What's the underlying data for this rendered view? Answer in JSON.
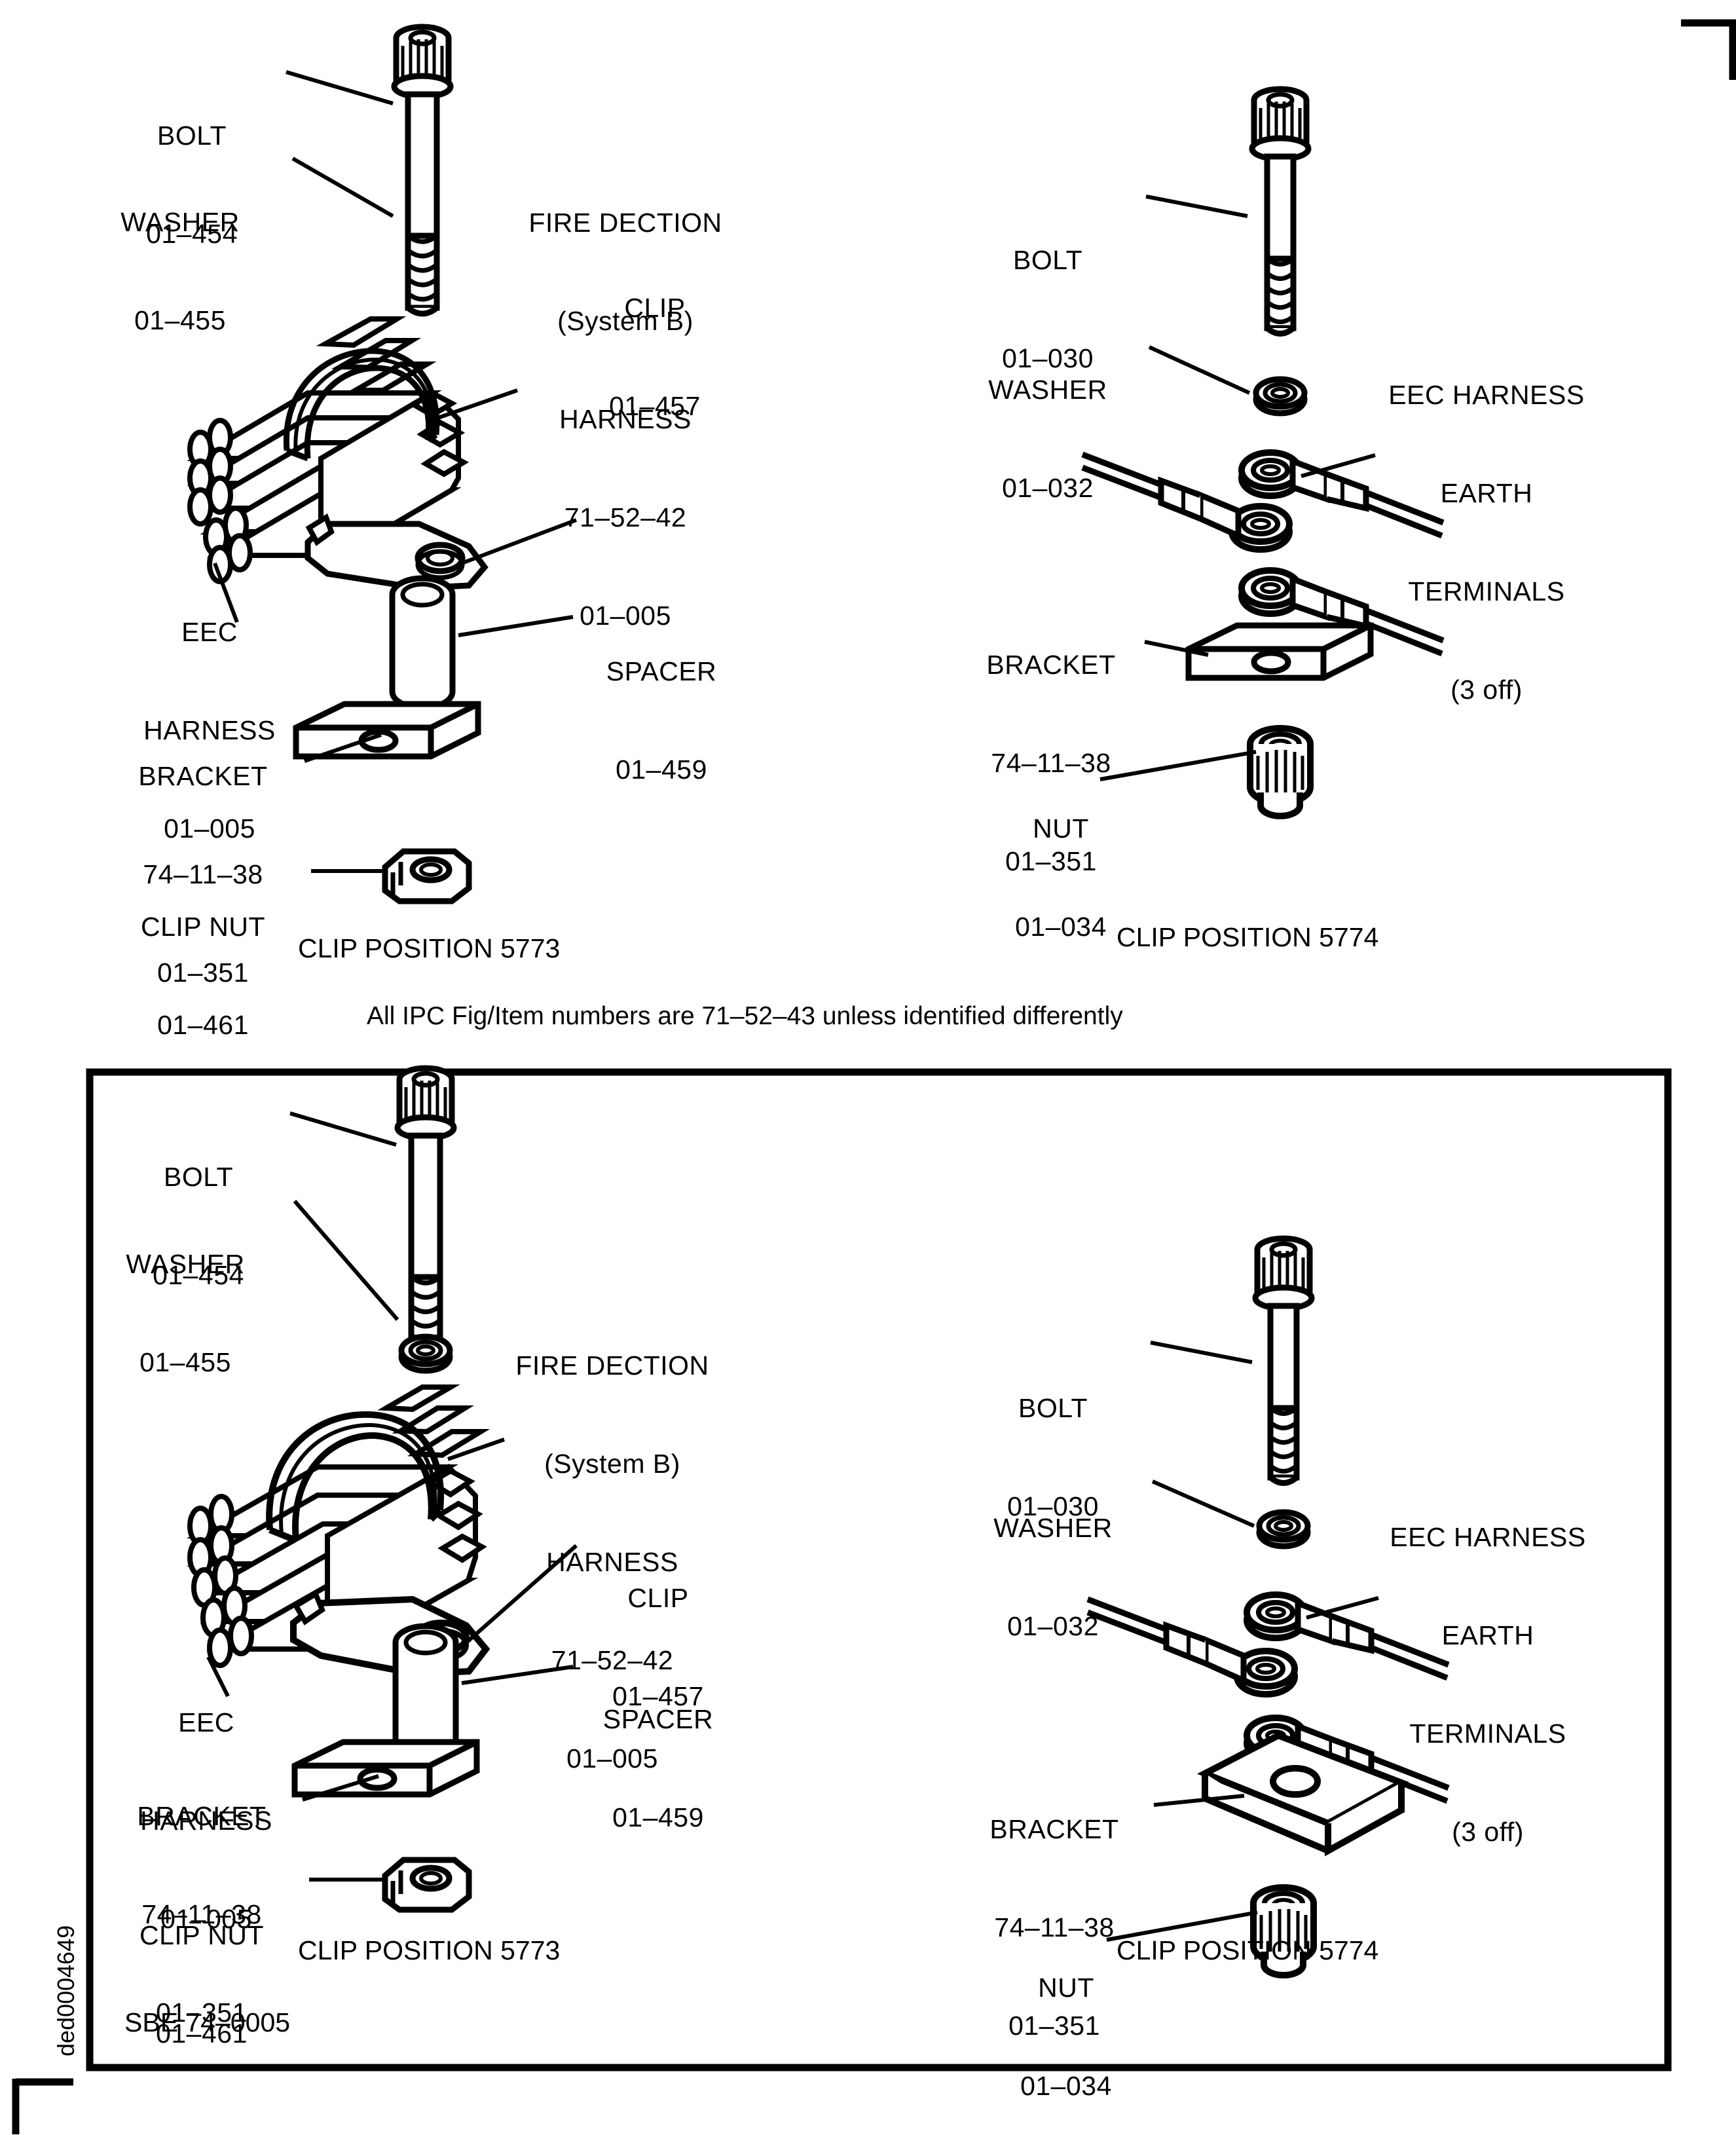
{
  "sheet": {
    "drawing_number": "ded0004649",
    "sbe_reference": "SBE 74-0005",
    "note": "All IPC Fig/Item numbers are 71‒52‒43 unless identified differently"
  },
  "panels": [
    {
      "id": "upper",
      "boxed": false,
      "captions": {
        "left": "CLIP POSITION 5773",
        "right": "CLIP POSITION 5774"
      },
      "left_assembly": {
        "title": "CLIP POSITION 5773",
        "parts": [
          {
            "name": "BOLT",
            "item": "01‒454",
            "lines": [
              "BOLT",
              "01‒454"
            ]
          },
          {
            "name": "WASHER",
            "item": "01‒455",
            "lines": [
              "WASHER",
              "01‒455"
            ]
          },
          {
            "name": "FIRE DECTION HARNESS",
            "item": "01‒005",
            "fig": "71‒52‒42",
            "lines": [
              "FIRE DECTION",
              "(System B)",
              "HARNESS",
              "71‒52‒42",
              "01‒005"
            ]
          },
          {
            "name": "CLIP",
            "item": "01‒457",
            "lines": [
              "CLIP",
              "01‒457"
            ]
          },
          {
            "name": "EEC HARNESS",
            "item": "01‒005",
            "lines": [
              "EEC",
              "HARNESS",
              "01‒005"
            ]
          },
          {
            "name": "SPACER",
            "item": "01‒459",
            "lines": [
              "SPACER",
              "01‒459"
            ]
          },
          {
            "name": "BRACKET",
            "item": "01‒351",
            "fig": "74‒11‒38",
            "lines": [
              "BRACKET",
              "74‒11‒38",
              "01‒351"
            ]
          },
          {
            "name": "CLIP NUT",
            "item": "01‒461",
            "lines": [
              "CLIP NUT",
              "01‒461"
            ]
          }
        ]
      },
      "right_assembly": {
        "title": "CLIP POSITION 5774",
        "parts": [
          {
            "name": "BOLT",
            "item": "01‒030",
            "lines": [
              "BOLT",
              "01‒030"
            ]
          },
          {
            "name": "WASHER",
            "item": "01‒032",
            "lines": [
              "WASHER",
              "01‒032"
            ]
          },
          {
            "name": "EEC HARNESS EARTH TERMINALS",
            "qty": "(3 off)",
            "lines": [
              "EEC HARNESS",
              "EARTH",
              "TERMINALS",
              "(3 off)"
            ]
          },
          {
            "name": "BRACKET",
            "item": "01‒351",
            "fig": "74‒11‒38",
            "lines": [
              "BRACKET",
              "74‒11‒38",
              "01‒351"
            ]
          },
          {
            "name": "NUT",
            "item": "01‒034",
            "lines": [
              "NUT",
              "01‒034"
            ]
          }
        ]
      }
    },
    {
      "id": "lower",
      "boxed": true,
      "captions": {
        "left": "CLIP POSITION 5773",
        "right": "CLIP POSITION 5774"
      },
      "left_assembly": {
        "title": "CLIP POSITION 5773",
        "parts": [
          {
            "name": "BOLT",
            "item": "01‒454",
            "lines": [
              "BOLT",
              "01‒454"
            ]
          },
          {
            "name": "WASHER",
            "item": "01‒455",
            "lines": [
              "WASHER",
              "01‒455"
            ]
          },
          {
            "name": "FIRE DECTION HARNESS",
            "item": "01‒005",
            "fig": "71‒52‒42",
            "lines": [
              "FIRE DECTION",
              "(System B)",
              "HARNESS",
              "71‒52‒42",
              "01‒005"
            ]
          },
          {
            "name": "CLIP",
            "item": "01‒457",
            "lines": [
              "CLIP",
              "01‒457"
            ]
          },
          {
            "name": "EEC HARNESS",
            "item": "01‒005",
            "lines": [
              "EEC",
              "HARNESS",
              "01‒005"
            ]
          },
          {
            "name": "SPACER",
            "item": "01‒459",
            "lines": [
              "SPACER",
              "01‒459"
            ]
          },
          {
            "name": "BRACKET",
            "item": "01‒351",
            "fig": "74‒11‒38",
            "lines": [
              "BRACKET",
              "74‒11‒38",
              "01‒351"
            ]
          },
          {
            "name": "CLIP NUT",
            "item": "01‒461",
            "lines": [
              "CLIP NUT",
              "01‒461"
            ]
          }
        ]
      },
      "right_assembly": {
        "title": "CLIP POSITION 5774",
        "parts": [
          {
            "name": "BOLT",
            "item": "01‒030",
            "lines": [
              "BOLT",
              "01‒030"
            ]
          },
          {
            "name": "WASHER",
            "item": "01‒032",
            "lines": [
              "WASHER",
              "01‒032"
            ]
          },
          {
            "name": "EEC HARNESS EARTH TERMINALS",
            "qty": "(3 off)",
            "lines": [
              "EEC HARNESS",
              "EARTH",
              "TERMINALS",
              "(3 off)"
            ]
          },
          {
            "name": "BRACKET",
            "item": "01‒351",
            "fig": "74‒11‒38",
            "lines": [
              "BRACKET",
              "74‒11‒38",
              "01‒351"
            ]
          },
          {
            "name": "NUT",
            "item": "01‒034",
            "lines": [
              "NUT",
              "01‒034"
            ]
          }
        ]
      }
    }
  ],
  "labels": {
    "u_bolt_l1": "BOLT",
    "u_bolt_l2": "01‒454",
    "u_wash_l1": "WASHER",
    "u_wash_l2": "01‒455",
    "u_fire_l1": "FIRE DECTION",
    "u_fire_l2": "(System B)",
    "u_fire_l3": "HARNESS",
    "u_fire_l4": "71‒52‒42",
    "u_fire_l5": "01‒005",
    "u_clip_l1": "CLIP",
    "u_clip_l2": "01‒457",
    "u_eec_l1": "EEC",
    "u_eec_l2": "HARNESS",
    "u_eec_l3": "01‒005",
    "u_spac_l1": "SPACER",
    "u_spac_l2": "01‒459",
    "u_brk_l1": "BRACKET",
    "u_brk_l2": "74‒11‒38",
    "u_brk_l3": "01‒351",
    "u_cnut_l1": "CLIP NUT",
    "u_cnut_l2": "01‒461",
    "u_cap_left": "CLIP POSITION 5773",
    "u_rbolt_l1": "BOLT",
    "u_rbolt_l2": "01‒030",
    "u_rwash_l1": "WASHER",
    "u_rwash_l2": "01‒032",
    "u_term_l1": "EEC HARNESS",
    "u_term_l2": "EARTH",
    "u_term_l3": "TERMINALS",
    "u_term_l4": "(3 off)",
    "u_rbrk_l1": "BRACKET",
    "u_rbrk_l2": "74‒11‒38",
    "u_rbrk_l3": "01‒351",
    "u_nut_l1": "NUT",
    "u_nut_l2": "01‒034",
    "u_cap_right": "CLIP POSITION 5774",
    "mid_note": "All IPC Fig/Item numbers are 71‒52‒43 unless identified differently",
    "l_bolt_l1": "BOLT",
    "l_bolt_l2": "01‒454",
    "l_wash_l1": "WASHER",
    "l_wash_l2": "01‒455",
    "l_fire_l1": "FIRE DECTION",
    "l_fire_l2": "(System B)",
    "l_fire_l3": "HARNESS",
    "l_fire_l4": "71‒52‒42",
    "l_fire_l5": "01‒005",
    "l_clip_l1": "CLIP",
    "l_clip_l2": "01‒457",
    "l_eec_l1": "EEC",
    "l_eec_l2": "HARNESS",
    "l_eec_l3": "01‒005",
    "l_spac_l1": "SPACER",
    "l_spac_l2": "01‒459",
    "l_brk_l1": "BRACKET",
    "l_brk_l2": "74‒11‒38",
    "l_brk_l3": "01‒351",
    "l_cnut_l1": "CLIP NUT",
    "l_cnut_l2": "01‒461",
    "l_cap_left": "CLIP POSITION 5773",
    "l_rbolt_l1": "BOLT",
    "l_rbolt_l2": "01‒030",
    "l_rwash_l1": "WASHER",
    "l_rwash_l2": "01‒032",
    "l_term_l1": "EEC HARNESS",
    "l_term_l2": "EARTH",
    "l_term_l3": "TERMINALS",
    "l_term_l4": "(3 off)",
    "l_rbrk_l1": "BRACKET",
    "l_rbrk_l2": "74‒11‒38",
    "l_rbrk_l3": "01‒351",
    "l_nut_l1": "NUT",
    "l_nut_l2": "01‒034",
    "l_cap_right": "CLIP POSITION 5774",
    "sbe": "SBE 74‒0005",
    "sidecode": "ded0004649"
  },
  "colors": {
    "ink": "#000000",
    "paper": "#ffffff"
  }
}
